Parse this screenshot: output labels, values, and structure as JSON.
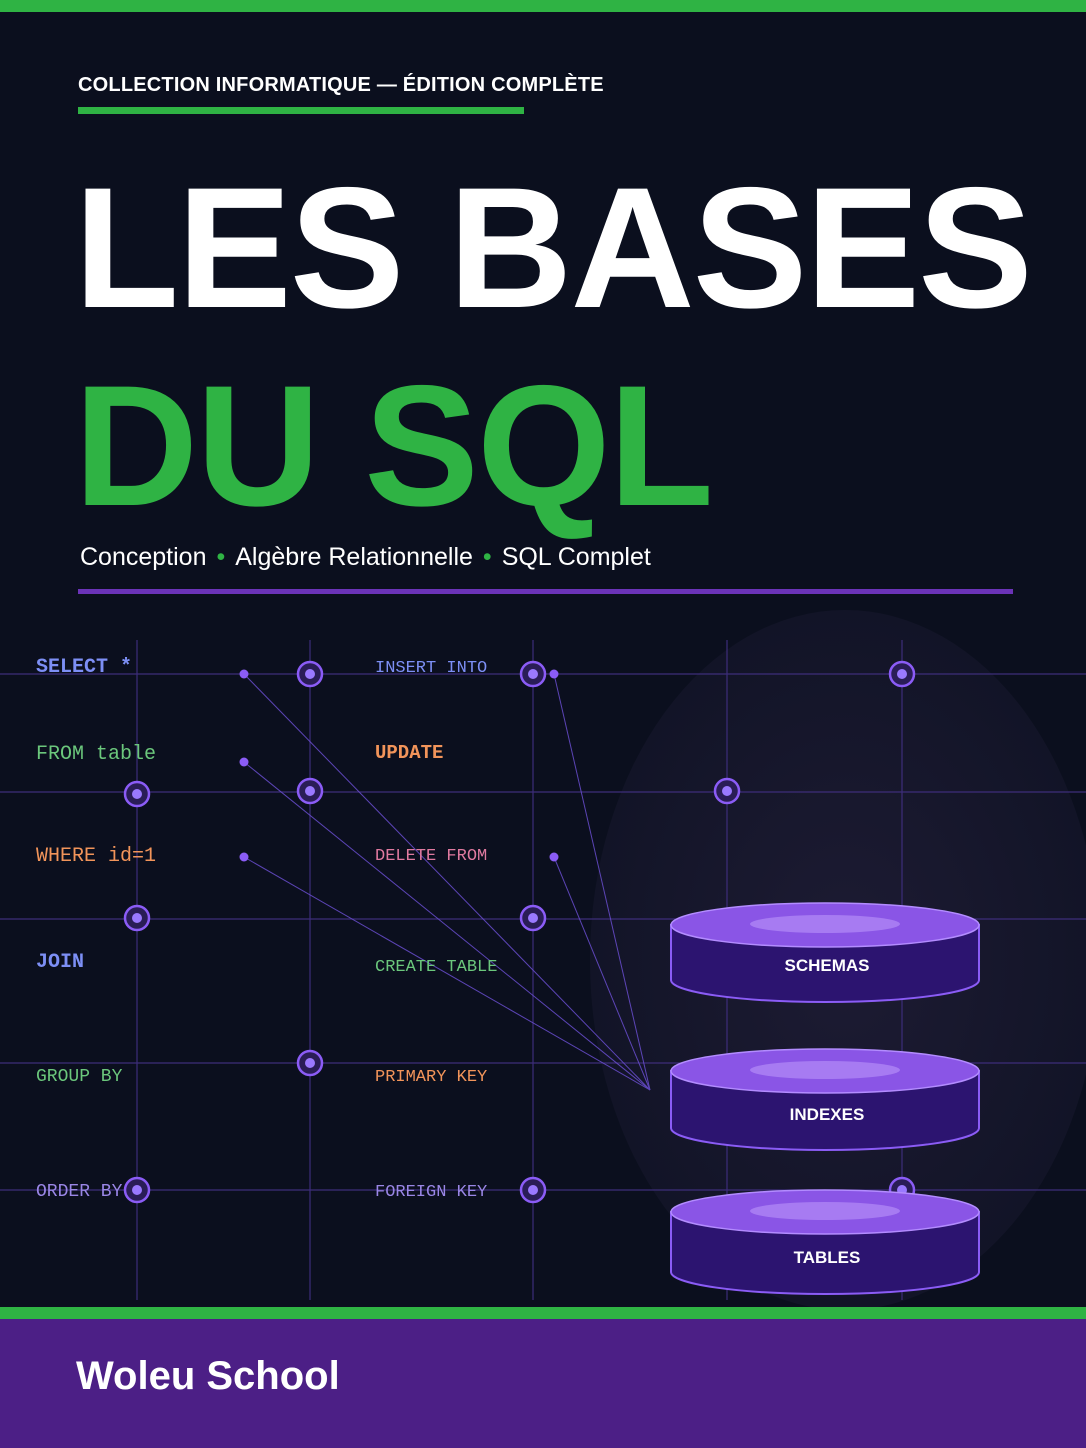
{
  "cover": {
    "series": "COLLECTION INFORMATIQUE — ÉDITION COMPLÈTE",
    "title_line1": "LES BASES",
    "title_line2": "DU SQL",
    "subtitle": [
      "Conception",
      "Algèbre Relationnelle",
      "SQL Complet"
    ],
    "subtitle_separator": "•",
    "publisher": "Woleu School"
  },
  "keywords": {
    "left": [
      "SELECT *",
      "FROM table",
      "WHERE id=1",
      "JOIN",
      "GROUP BY",
      "ORDER BY"
    ],
    "middle": [
      "INSERT INTO",
      "UPDATE",
      "DELETE FROM",
      "CREATE TABLE",
      "PRIMARY KEY",
      "FOREIGN KEY"
    ]
  },
  "database_stack": [
    "SCHEMAS",
    "INDEXES",
    "TABLES"
  ],
  "colors": {
    "background": "#0b0f1e",
    "accent_green": "#2fb344",
    "accent_purple": "#6b33b8",
    "footer_purple": "#4c1f86",
    "keyword_blue": "#7d8ff5",
    "keyword_green": "#6bc77c",
    "keyword_orange": "#f2945a",
    "keyword_violet": "#9a86e6"
  }
}
